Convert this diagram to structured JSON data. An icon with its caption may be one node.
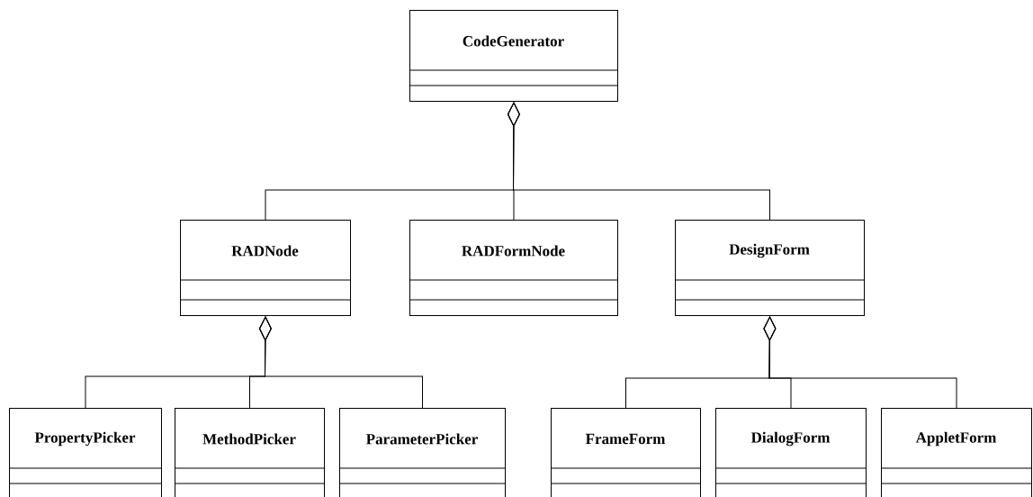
{
  "diagram": {
    "nodes": [
      {
        "text": [
          "CodeGenerator"
        ]
      },
      {
        "text": [
          "RADNode"
        ]
      },
      {
        "text": [
          "RADFormNode"
        ]
      },
      {
        "text": [
          "DesignForm"
        ]
      },
      {
        "text": [
          "PropertyPicker"
        ]
      },
      {
        "text": [
          "MethodPicker"
        ]
      },
      {
        "text": [
          "ParameterPicker"
        ]
      },
      {
        "text": [
          "FrameForm"
        ]
      },
      {
        "text": [
          "DialogForm"
        ]
      },
      {
        "text": [
          "AppletForm"
        ]
      }
    ],
    "edges": [
      {
        "from": 0,
        "to": 1,
        "arrow": "other"
      },
      {
        "from": 0,
        "to": 2,
        "arrow": "other"
      },
      {
        "from": 0,
        "to": 3,
        "arrow": "other"
      },
      {
        "from": 1,
        "to": 4,
        "arrow": "other"
      },
      {
        "from": 1,
        "to": 5,
        "arrow": "other"
      },
      {
        "from": 1,
        "to": 6,
        "arrow": "other"
      },
      {
        "from": 3,
        "to": 7,
        "arrow": "other"
      },
      {
        "from": 3,
        "to": 8,
        "arrow": "other"
      },
      {
        "from": 3,
        "to": 9,
        "arrow": "other"
      }
    ]
  }
}
